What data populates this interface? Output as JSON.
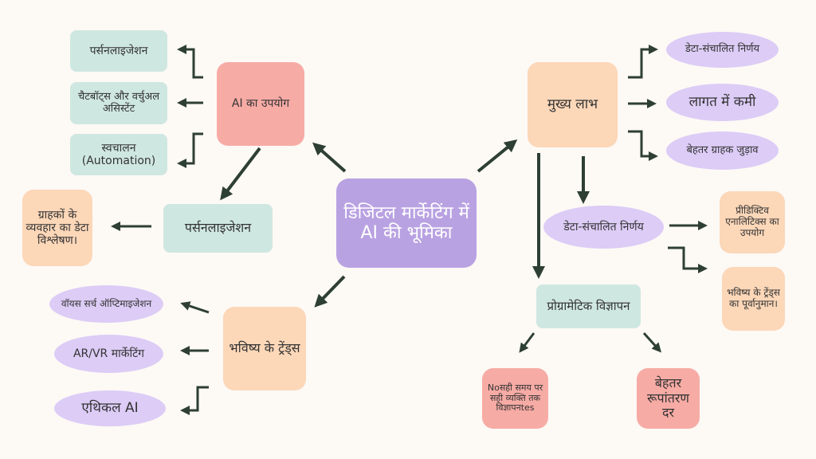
{
  "center": "डिजिटल मार्केटिंग में AI की भूमिका",
  "ai_use": {
    "title": "AI का उपयोग",
    "items": [
      "पर्सनलाइजेशन",
      "चैटबॉट्स और वर्चुअल असिस्टेंट",
      "स्वचालन (Automation)"
    ]
  },
  "personalization": {
    "title": "पर्सनलाइजेशन",
    "detail": "ग्राहकों के व्यवहार का डेटा विश्लेषण।"
  },
  "benefits": {
    "title": "मुख्य लाभ",
    "items": [
      "डेटा-संचालित निर्णय",
      "लागत में कमी",
      "बेहतर ग्राहक जुड़ाव"
    ]
  },
  "data_driven": {
    "title": "डेटा-संचालित निर्णय",
    "items": [
      "प्रीडिक्टिव एनालिटिक्स का उपयोग",
      "भविष्य के ट्रेंड्स का पूर्वानुमान।"
    ]
  },
  "programmatic": {
    "title": "प्रोग्रामेटिक विज्ञापन",
    "items": [
      "Noसही समय पर सही व्यक्ति तक विज्ञापनtes",
      "बेहतर रूपांतरण दर"
    ]
  },
  "future": {
    "title": "भविष्य के ट्रेंड्स",
    "items": [
      "वॉयस सर्च ऑप्टिमाइजेशन",
      "AR/VR मार्केटिंग",
      "एथिकल AI"
    ]
  },
  "colors": {
    "arrow": "#2e3f34",
    "teal": "#cfe7e1",
    "pink": "#f7aba5",
    "orange": "#fcd7b8",
    "purple": "#dcccf6",
    "center": "#b9a2e2"
  }
}
